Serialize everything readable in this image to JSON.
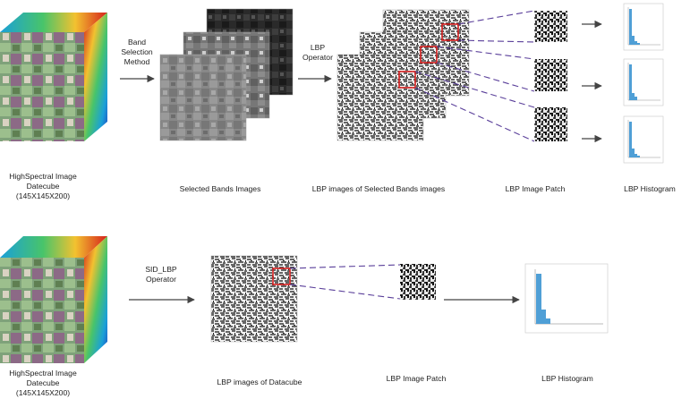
{
  "top_row": {
    "cube_caption": [
      "HighSpectral Image",
      "Datecube",
      "(145X145X200)"
    ],
    "step1_label": [
      "Band",
      "Selection",
      "Method"
    ],
    "step2_label": [
      "LBP",
      "Operator"
    ],
    "captions": {
      "bands": "Selected Bands Images",
      "lbp_images": "LBP images of Selected Bands images",
      "patch": "LBP Image Patch",
      "histogram": "LBP Histogram"
    }
  },
  "bottom_row": {
    "cube_caption": [
      "HighSpectral Image",
      "Datecube",
      "(145X145X200)"
    ],
    "step_label": [
      "SID_LBP",
      "Operator"
    ],
    "captions": {
      "lbp_images": "LBP images of Datacube",
      "patch": "LBP Image Patch",
      "histogram": "LBP Histogram"
    }
  },
  "colors": {
    "arrow": "#444444",
    "dashed_link": "#5a3f9a",
    "roi_box": "#d62020",
    "histogram_bar": "#4f9fd6",
    "cube_side_hot": "#d6201b",
    "cube_side_cool": "#1aa0d8"
  }
}
